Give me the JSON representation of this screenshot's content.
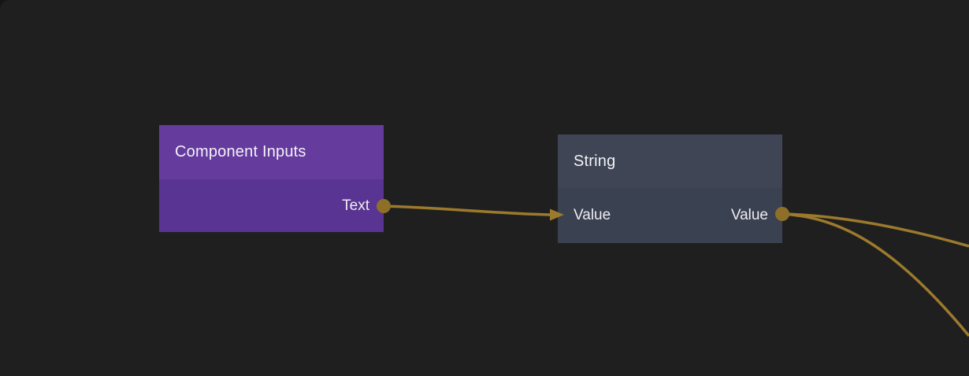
{
  "canvas": {
    "background": "#1f1f20",
    "outer_corner_background": "#151515",
    "wire_color": "#9c7a2c",
    "port_color": "#8e6f27"
  },
  "nodes": [
    {
      "title": "Component Inputs",
      "header_color": "#653b9e",
      "body_color": "#5a3492",
      "inputs": [],
      "outputs": [
        {
          "label": "Text"
        }
      ]
    },
    {
      "title": "String",
      "header_color": "#3f4554",
      "body_color": "#3a4150",
      "inputs": [
        {
          "label": "Value"
        }
      ],
      "outputs": [
        {
          "label": "Value"
        }
      ]
    }
  ],
  "wires": [
    {
      "from": "Component Inputs / Text",
      "to": "String / Value"
    },
    {
      "from": "String / Value",
      "to": "offscreen-right-upper"
    },
    {
      "from": "String / Value",
      "to": "offscreen-right-lower"
    }
  ]
}
